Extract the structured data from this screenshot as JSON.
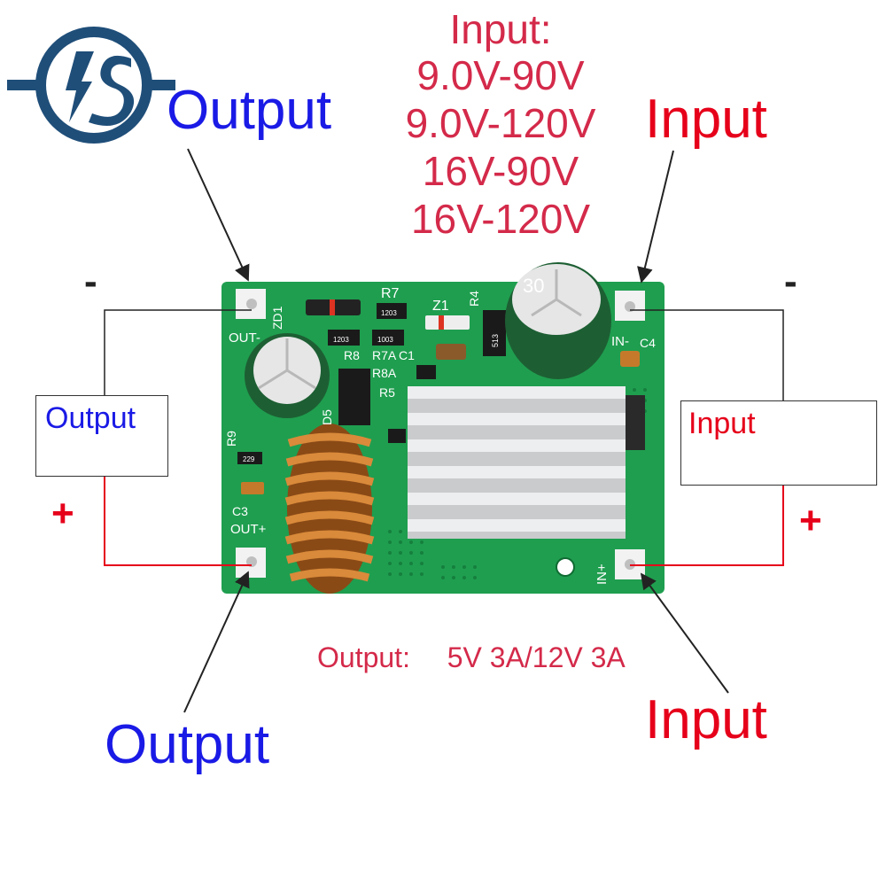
{
  "logo": {
    "text": "IS",
    "color": "#1f4e79"
  },
  "labels": {
    "output_top": "Output",
    "input_top": "Input",
    "output_bottom": "Output",
    "input_bottom": "Input",
    "minus_left": "-",
    "minus_right": "-",
    "plus_left": "+",
    "plus_right": "+"
  },
  "input_spec": {
    "heading": "Input:",
    "ranges": [
      "9.0V-90V",
      "9.0V-120V",
      "16V-90V",
      "16V-120V"
    ]
  },
  "output_spec": {
    "label": "Output:",
    "value": "5V 3A/12V 3A"
  },
  "boxes": {
    "output": "Output",
    "input": "Input"
  },
  "board_silkscreen": {
    "zd1": "ZD1",
    "r7": "R7",
    "r4": "R4",
    "z1": "Z1",
    "out_minus": "OUT-",
    "in_minus": "IN-",
    "c4": "C4",
    "r8": "R8",
    "r7a": "R7A",
    "c1": "C1",
    "r8a": "R8A",
    "r5": "R5",
    "d5": "D5",
    "r9": "R9",
    "c3": "C3",
    "out_plus": "OUT+",
    "in_plus": "IN+",
    "cap_mark_right": "30",
    "res_1203a": "1203",
    "res_1203b": "1203",
    "res_1003": "1003",
    "res_229": "229",
    "res_513": "513"
  },
  "colors": {
    "blue_label": "#1a1ae6",
    "red_label": "#e6001a",
    "pcb": "#1f9e4f",
    "wire_red": "#e6001a",
    "wire_black": "#222222",
    "heatsink": "#d4d6d8",
    "coil": "#c77a2a"
  }
}
